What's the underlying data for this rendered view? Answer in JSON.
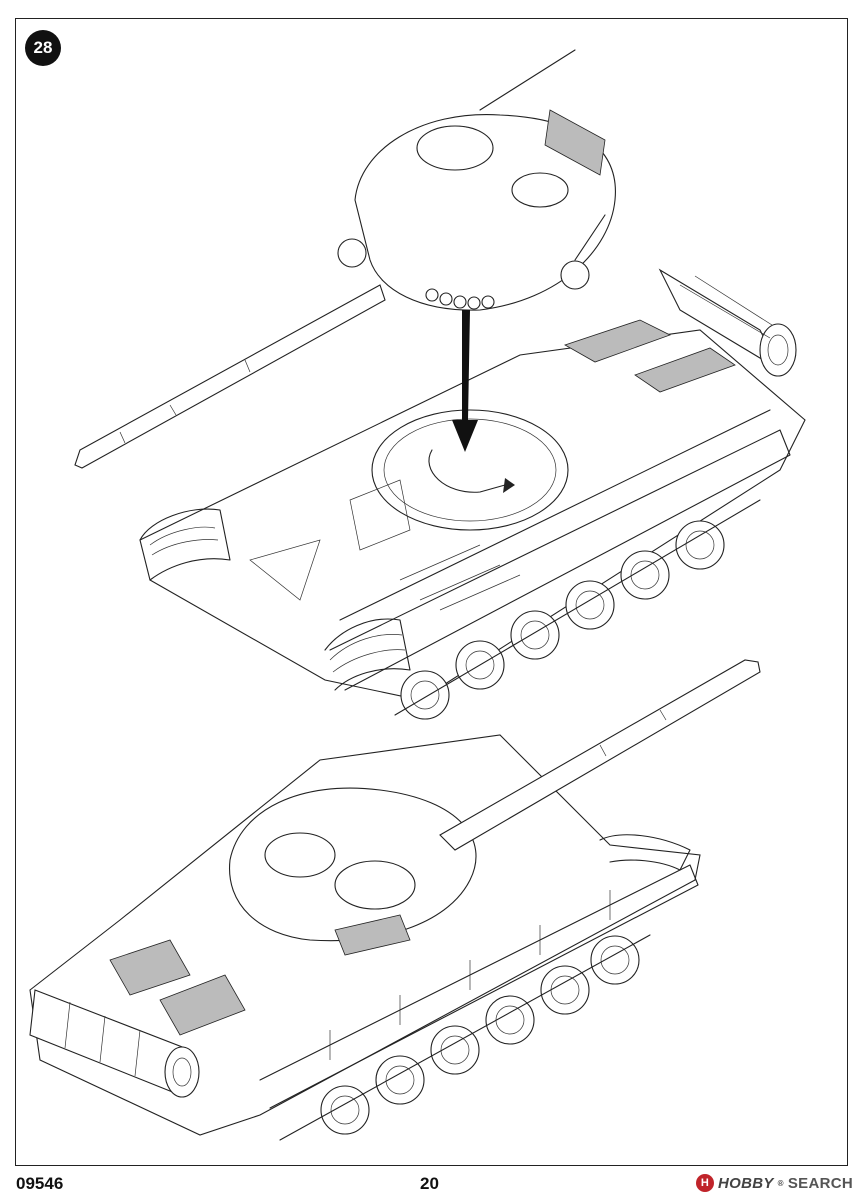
{
  "step": {
    "number": "28"
  },
  "footer": {
    "kit_code": "09546",
    "page_number": "20"
  },
  "watermark": {
    "mark": "H",
    "brand": "HOBBY",
    "registered": "®",
    "label": "SEARCH"
  },
  "icons": {
    "step_badge": "circle-badge",
    "assembly_arrow": "down-arrow-icon",
    "rotation_arrow": "rotate-arrow-icon",
    "watermark_logo": "hobby-logo-icon"
  },
  "colors": {
    "ink": "#222222",
    "paper": "#ffffff",
    "brand_red": "#c0242a"
  }
}
